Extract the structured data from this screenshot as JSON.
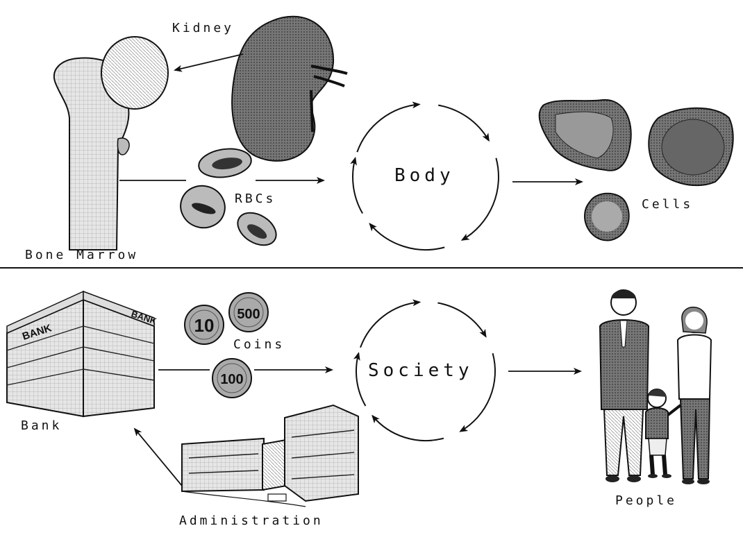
{
  "top_panel": {
    "labels": {
      "kidney": "Kidney",
      "bone_marrow": "Bone Marrow",
      "rbcs": "RBCs",
      "body": "Body",
      "cells": "Cells"
    }
  },
  "bottom_panel": {
    "labels": {
      "bank": "Bank",
      "coins": "Coins",
      "society": "Society",
      "people": "People",
      "administration": "Administration"
    },
    "building_sign": "BANK",
    "coin_values": [
      "10",
      "500",
      "100"
    ]
  },
  "colors": {
    "ink": "#111111",
    "paper": "#ffffff",
    "shade": "#8a8a8a"
  }
}
